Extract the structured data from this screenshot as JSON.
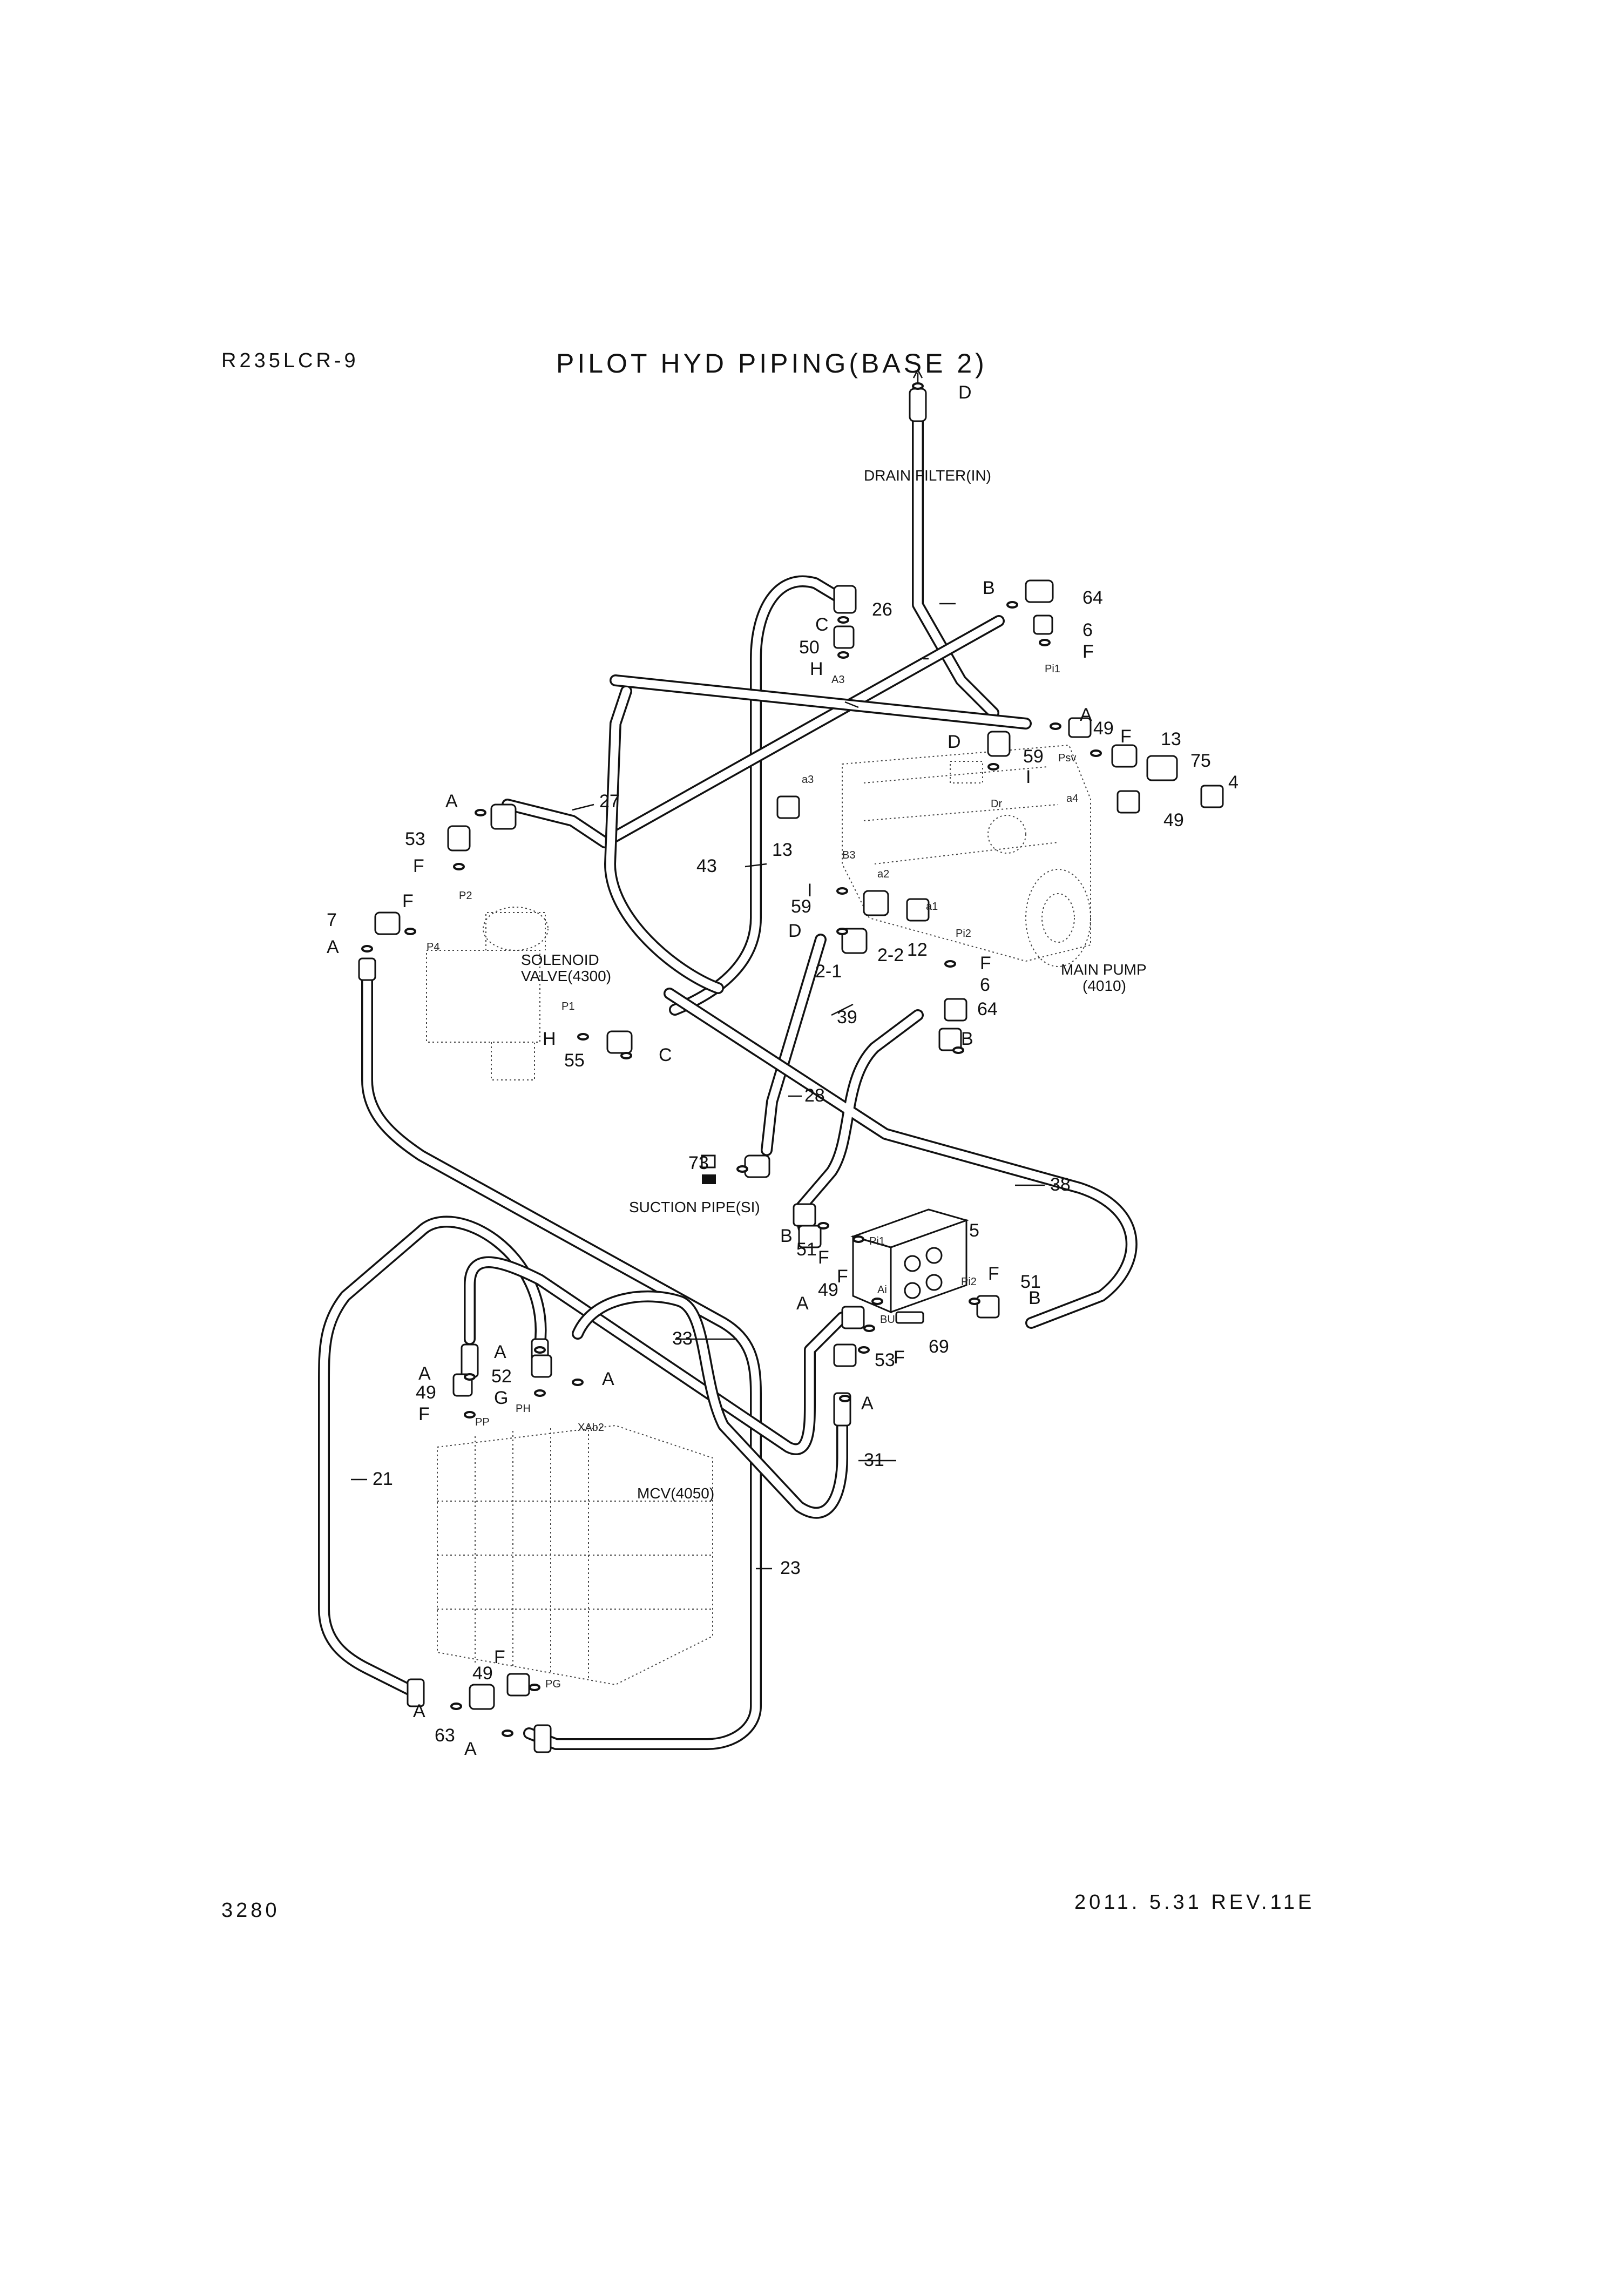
{
  "header": {
    "model": "R235LCR-9",
    "title": "PILOT HYD PIPING(BASE 2)"
  },
  "footer": {
    "page_number": "3280",
    "revision": "2011. 5.31  REV.11E"
  },
  "components": {
    "drain_filter": "DRAIN FILTER(IN)",
    "solenoid_line1": "SOLENOID",
    "solenoid_line2": "VALVE(4300)",
    "main_pump_line1": "MAIN PUMP",
    "main_pump_line2": "(4010)",
    "suction_pipe": "SUCTION PIPE(SI)",
    "mcv": "MCV(4050)"
  },
  "part_numbers": {
    "p64a": "64",
    "p6a": "6",
    "p26": "26",
    "p50": "50",
    "p59a": "59",
    "p49a": "49",
    "p13a": "13",
    "p75": "75",
    "p4": "4",
    "p49b": "49",
    "p27": "27",
    "p53a": "53",
    "p7": "7",
    "p43": "43",
    "p13b": "13",
    "p59b": "59",
    "p12": "12",
    "p2_2": "2-2",
    "p2_1": "2-1",
    "p6b": "6",
    "p64b": "64",
    "p55": "55",
    "p39": "39",
    "p28": "28",
    "p73": "73",
    "p38": "38",
    "p5": "5",
    "p51a": "51",
    "p51b": "51",
    "p49c": "49",
    "p53b": "53",
    "p69": "69",
    "p33": "33",
    "p52": "52",
    "p49d": "49",
    "p31": "31",
    "p21": "21",
    "p23": "23",
    "p49e": "49",
    "p63": "63"
  },
  "port_letters": {
    "b1": "B",
    "d1": "D",
    "c1": "C",
    "h1": "H",
    "f1": "F",
    "a1": "A",
    "f2": "F",
    "d2": "D",
    "i1": "I",
    "a2": "A",
    "f3": "F",
    "f4": "F",
    "a3": "A",
    "i2": "I",
    "d3": "D",
    "f5": "F",
    "h2": "H",
    "c2": "C",
    "b2": "B",
    "b3": "B",
    "f6": "F",
    "f7": "F",
    "a4": "A",
    "f8": "F",
    "f9": "F",
    "b4": "B",
    "a5": "A",
    "a6": "A",
    "a7": "A",
    "g1": "G",
    "a8": "A",
    "f10": "F",
    "f11": "F",
    "a9": "A",
    "a10": "A"
  },
  "port_codes": {
    "pi1_top": "Pi1",
    "psv": "Psv",
    "a4": "a4",
    "a3": "A3",
    "a3s": "a3",
    "dr": "Dr",
    "b3": "B3",
    "a2": "a2",
    "a1": "a1",
    "pi2_pump": "Pi2",
    "p2": "P2",
    "p4": "P4",
    "p1": "P1",
    "pi1_block": "Pi1",
    "ai": "Ai",
    "pi2_block": "Pi2",
    "bu": "BU",
    "pp": "PP",
    "ph": "PH",
    "xab2": "XAb2",
    "pg": "PG"
  }
}
